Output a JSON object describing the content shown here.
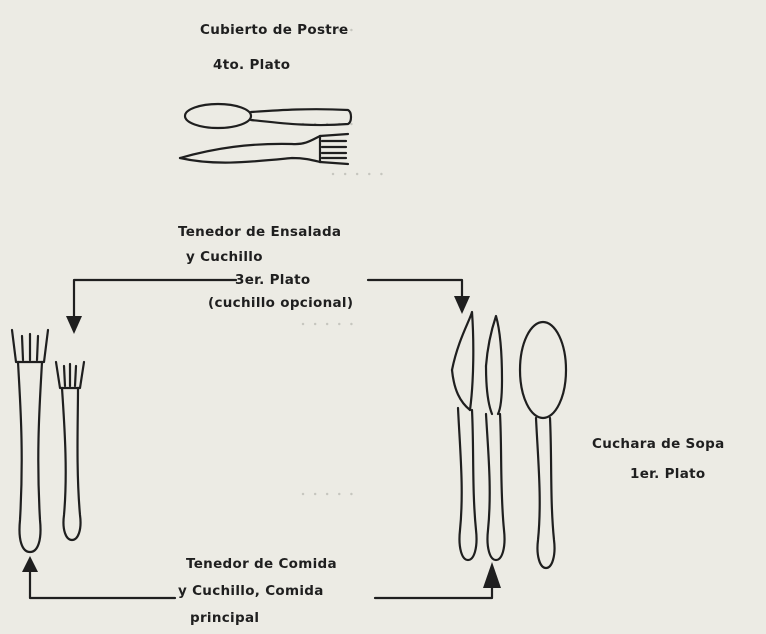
{
  "labels": {
    "dessert_title": "Cubierto de Postre",
    "dessert_course": "4to. Plato",
    "salad_line1": "Tenedor de Ensalada",
    "salad_line2": "y Cuchillo",
    "salad_course": "3er. Plato",
    "salad_note": "(cuchillo opcional)",
    "soup_title": "Cuchara de Sopa",
    "soup_course": "1er. Plato",
    "main_line1": "Tenedor de Comida",
    "main_line2": "y Cuchillo, Comida",
    "main_line3": "principal"
  },
  "colors": {
    "paper": "#ecebe4",
    "ink": "#1f1f1f"
  },
  "icons": [
    "spoon-icon",
    "fork-icon",
    "knife-icon",
    "arrow-icon"
  ]
}
